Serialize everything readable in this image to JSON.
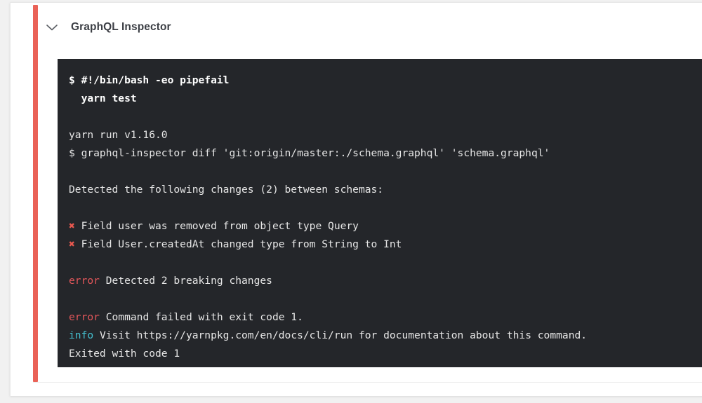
{
  "card": {
    "accent_color": "#ea6257"
  },
  "step": {
    "icon": "chevron-down-icon",
    "title": "GraphQL Inspector"
  },
  "console": {
    "background_color": "#24262a",
    "text_color": "#e6e6e6",
    "error_color": "#e2565a",
    "info_color": "#44bfcf",
    "marker_color": "#e8584f",
    "marker_glyph": "✖",
    "lines": [
      {
        "type": "command",
        "text": "$ #!/bin/bash -eo pipefail"
      },
      {
        "type": "command",
        "text": "  yarn test"
      },
      {
        "type": "blank",
        "text": ""
      },
      {
        "type": "plain",
        "text": "yarn run v1.16.0"
      },
      {
        "type": "plain",
        "text": "$ graphql-inspector diff 'git:origin/master:./schema.graphql' 'schema.graphql'"
      },
      {
        "type": "blank",
        "text": ""
      },
      {
        "type": "plain",
        "text": "Detected the following changes (2) between schemas:"
      },
      {
        "type": "blank",
        "text": ""
      },
      {
        "type": "marker",
        "marker": "✖",
        "text": " Field user was removed from object type Query"
      },
      {
        "type": "marker",
        "marker": "✖",
        "text": " Field User.createdAt changed type from String to Int"
      },
      {
        "type": "blank",
        "text": ""
      },
      {
        "type": "token",
        "token": "error",
        "token_color": "error",
        "text": " Detected 2 breaking changes"
      },
      {
        "type": "blank",
        "text": ""
      },
      {
        "type": "token",
        "token": "error",
        "token_color": "error",
        "text": " Command failed with exit code 1."
      },
      {
        "type": "token",
        "token": "info",
        "token_color": "info",
        "text": " Visit https://yarnpkg.com/en/docs/cli/run for documentation about this command."
      },
      {
        "type": "plain",
        "text": "Exited with code 1"
      }
    ]
  }
}
